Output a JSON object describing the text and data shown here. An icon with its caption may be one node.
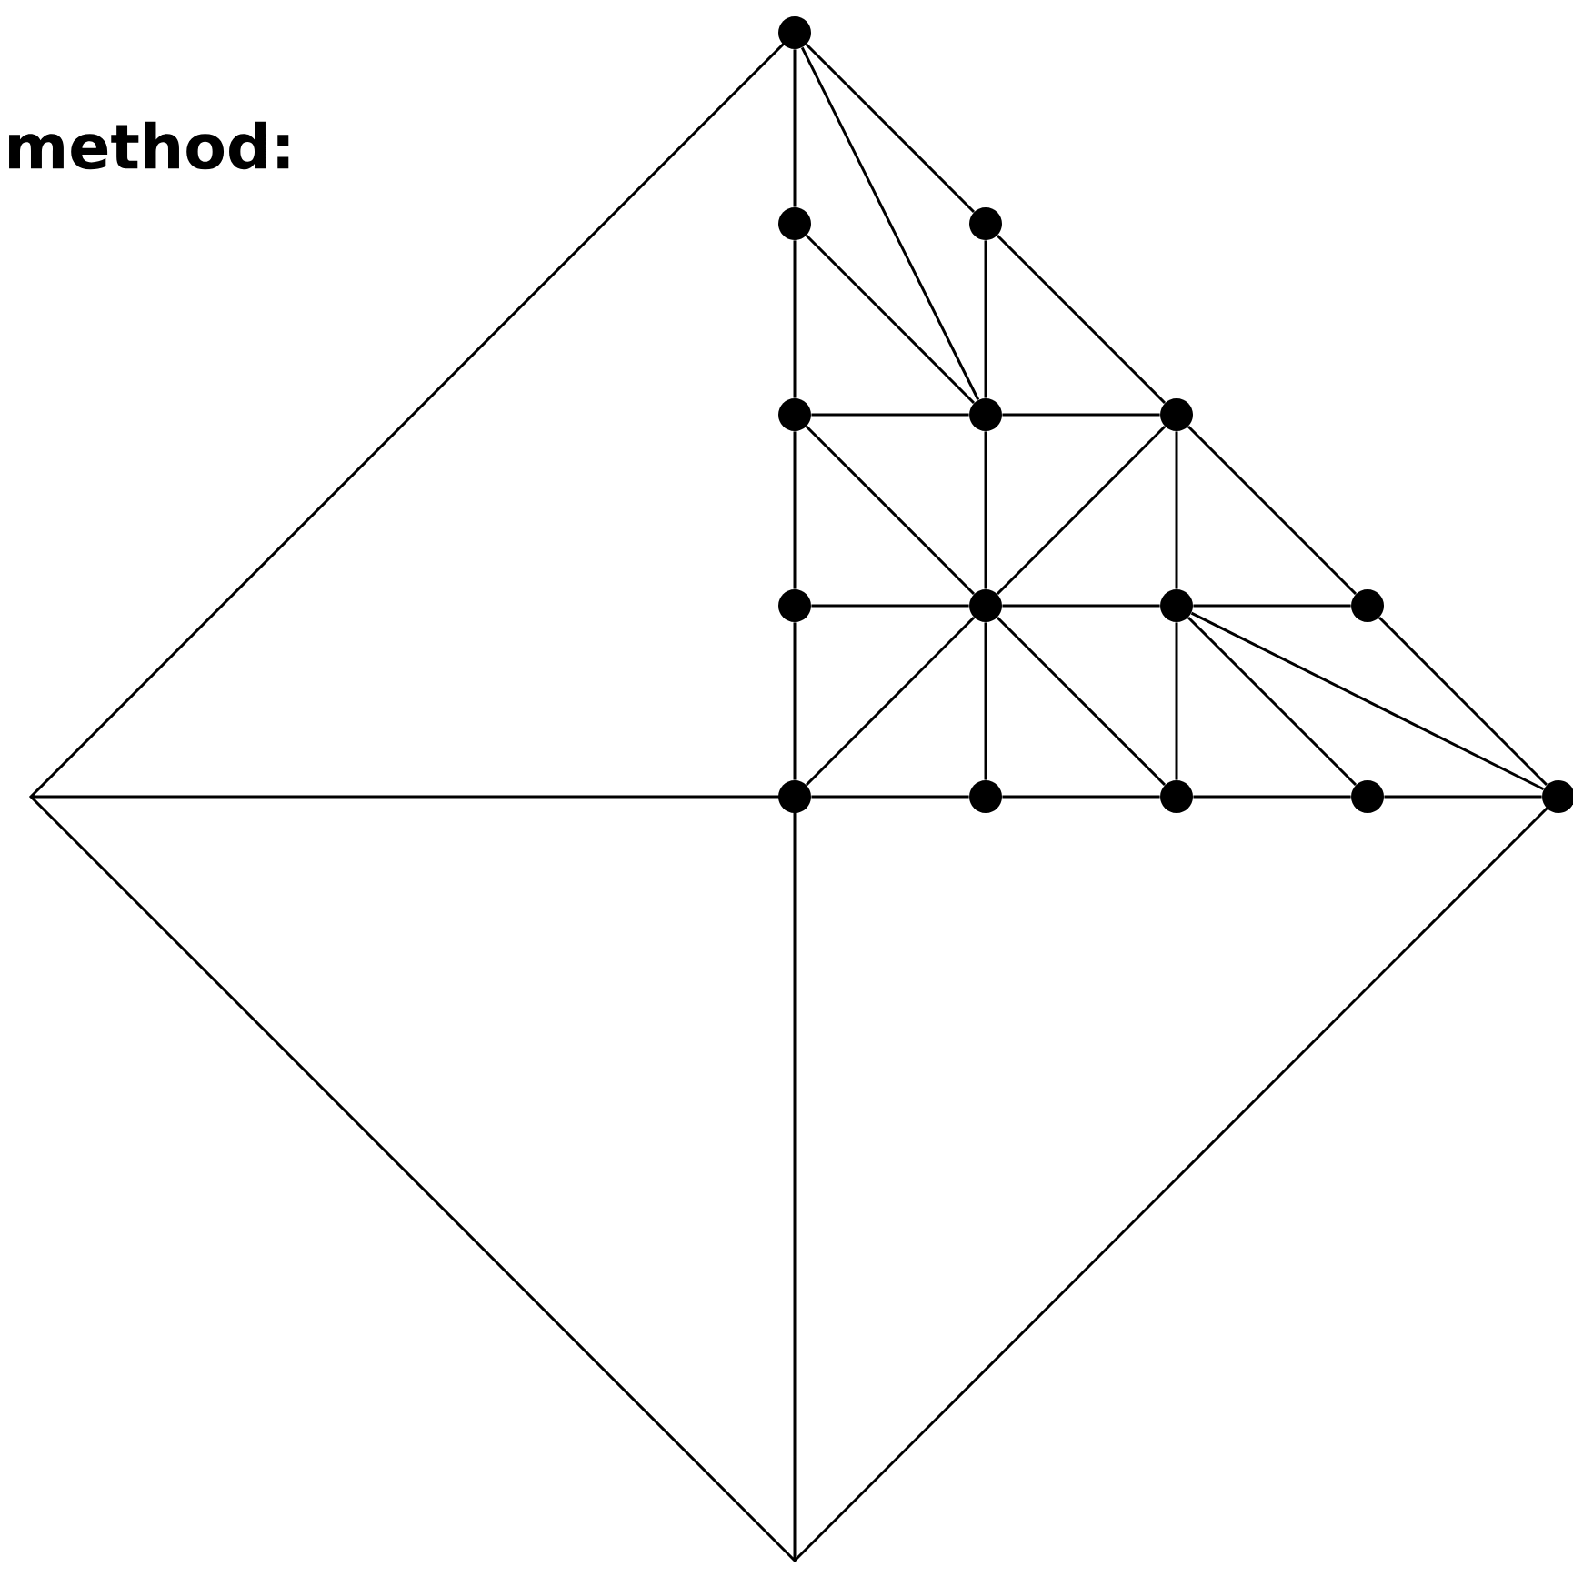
{
  "diagram": {
    "nodes": [
      {
        "text": [],
        "shape": "circle"
      },
      {
        "text": [],
        "shape": "circle"
      },
      {
        "text": [],
        "shape": "circle"
      },
      {
        "text": [],
        "shape": "circle"
      },
      {
        "text": [],
        "shape": "circle"
      },
      {
        "text": [],
        "shape": "circle"
      },
      {
        "text": [],
        "shape": "circle"
      },
      {
        "text": [],
        "shape": "circle"
      },
      {
        "text": [],
        "shape": "circle"
      },
      {
        "text": [],
        "shape": "circle"
      },
      {
        "text": [],
        "shape": "circle"
      },
      {
        "text": [],
        "shape": "circle"
      },
      {
        "text": [],
        "shape": "circle"
      },
      {
        "text": [],
        "shape": "circle"
      },
      {
        "text": [],
        "shape": "circle"
      }
    ],
    "edges": [
      {
        "from": 0,
        "to": 1,
        "arrow": "none"
      },
      {
        "from": 1,
        "to": 3,
        "arrow": "none"
      },
      {
        "from": 3,
        "to": 6,
        "arrow": "none"
      },
      {
        "from": 6,
        "to": 10,
        "arrow": "none"
      },
      {
        "from": 0,
        "to": 2,
        "arrow": "none"
      },
      {
        "from": 2,
        "to": 5,
        "arrow": "none"
      },
      {
        "from": 5,
        "to": 9,
        "arrow": "none"
      },
      {
        "from": 9,
        "to": 14,
        "arrow": "none"
      },
      {
        "from": 0,
        "to": 4,
        "arrow": "none"
      },
      {
        "from": 1,
        "to": 4,
        "arrow": "none"
      },
      {
        "from": 2,
        "to": 4,
        "arrow": "none"
      },
      {
        "from": 4,
        "to": 7,
        "arrow": "none"
      },
      {
        "from": 7,
        "to": 11,
        "arrow": "none"
      },
      {
        "from": 3,
        "to": 4,
        "arrow": "none"
      },
      {
        "from": 4,
        "to": 5,
        "arrow": "none"
      },
      {
        "from": 3,
        "to": 7,
        "arrow": "none"
      },
      {
        "from": 7,
        "to": 12,
        "arrow": "none"
      },
      {
        "from": 5,
        "to": 7,
        "arrow": "none"
      },
      {
        "from": 7,
        "to": 10,
        "arrow": "none"
      },
      {
        "from": 5,
        "to": 8,
        "arrow": "none"
      },
      {
        "from": 8,
        "to": 12,
        "arrow": "none"
      },
      {
        "from": 6,
        "to": 7,
        "arrow": "none"
      },
      {
        "from": 7,
        "to": 8,
        "arrow": "none"
      },
      {
        "from": 8,
        "to": 9,
        "arrow": "none"
      },
      {
        "from": 8,
        "to": 13,
        "arrow": "none"
      },
      {
        "from": 8,
        "to": 14,
        "arrow": "none"
      },
      {
        "from": 10,
        "to": 11,
        "arrow": "none"
      },
      {
        "from": 11,
        "to": 12,
        "arrow": "none"
      },
      {
        "from": 12,
        "to": 13,
        "arrow": "none"
      },
      {
        "from": 13,
        "to": 14,
        "arrow": "none"
      }
    ],
    "labels": [
      "method:"
    ]
  }
}
